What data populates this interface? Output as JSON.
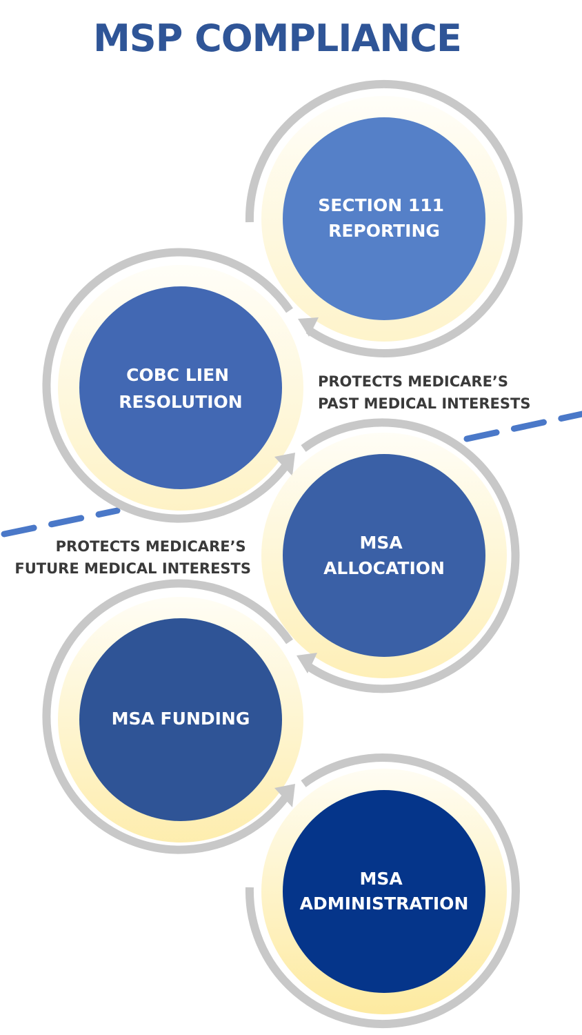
{
  "title": "MSP COMPLIANCE",
  "nodes": [
    {
      "id": "section-111",
      "lines": [
        "SECTION 111",
        "REPORTING"
      ],
      "color": "#5580c8"
    },
    {
      "id": "cobc-lien",
      "lines": [
        "COBC LIEN",
        "RESOLUTION"
      ],
      "color": "#4268b3"
    },
    {
      "id": "msa-allocation",
      "lines": [
        "MSA",
        "ALLOCATION"
      ],
      "color": "#3a60a6"
    },
    {
      "id": "msa-funding",
      "lines": [
        "MSA FUNDING"
      ],
      "color": "#2f5496"
    },
    {
      "id": "msa-administration",
      "lines": [
        "MSA",
        "ADMINISTRATION"
      ],
      "color": "#05358a"
    }
  ],
  "notes": {
    "past": [
      "PROTECTS MEDICARE’S",
      "PAST MEDICAL INTERESTS"
    ],
    "future": [
      "PROTECTS MEDICARE’S",
      "FUTURE MEDICAL INTERESTS"
    ]
  },
  "colors": {
    "title": "#2f5597",
    "ring_gray": "#c8c8c8",
    "dash_line": "#4a78c8",
    "note_text": "#3a3a3a"
  }
}
